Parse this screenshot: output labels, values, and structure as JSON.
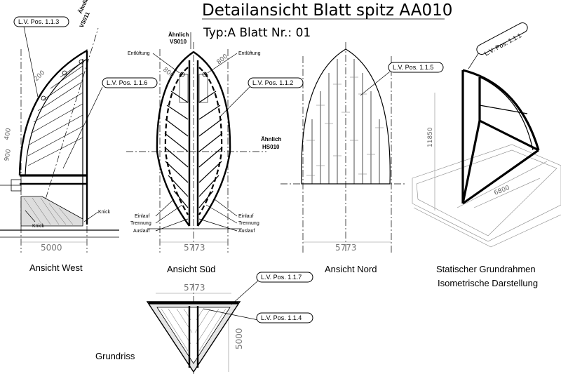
{
  "header": {
    "title": "Detailansicht Blatt spitz AA010",
    "subtitle": "Typ:A Blatt Nr.: 01"
  },
  "views": {
    "west": "Ansicht West",
    "sued": "Ansicht Süd",
    "nord": "Ansicht Nord",
    "iso_line1": "Statischer Grundrahmen",
    "iso_line2": "Isometrische Darstellung",
    "grundriss": "Grundriss"
  },
  "callouts": {
    "pos_113": "L.V. Pos. 1.1.3",
    "pos_116": "L.V. Pos. 1.1.6",
    "pos_112": "L.V. Pos. 1.1.2",
    "pos_115": "L.V. Pos. 1.1.5",
    "pos_111": "L.V. Pos. 1.1.1",
    "pos_117": "L.V. Pos. 1.1.7",
    "pos_114": "L.V. Pos. 1.1.4"
  },
  "annotations": {
    "aehnlich": "Ähnlich",
    "vs011": "VS011",
    "vs010": "VS010",
    "hs010": "HS010",
    "entlueftung": "Entlüftung",
    "einlauf": "Einlauf",
    "trennung": "Trennung",
    "auslauf": "Auslauf",
    "knick": "Knick"
  },
  "dimensions": {
    "west_width": "5000",
    "sued_width": "5773",
    "nord_width": "5773",
    "grundriss_width": "5773",
    "grundriss_depth": "5000",
    "iso_height": "11850",
    "iso_base": "6800",
    "arc_200": "200",
    "arc_400": "400",
    "arc_900": "900",
    "arc_800": "800"
  }
}
